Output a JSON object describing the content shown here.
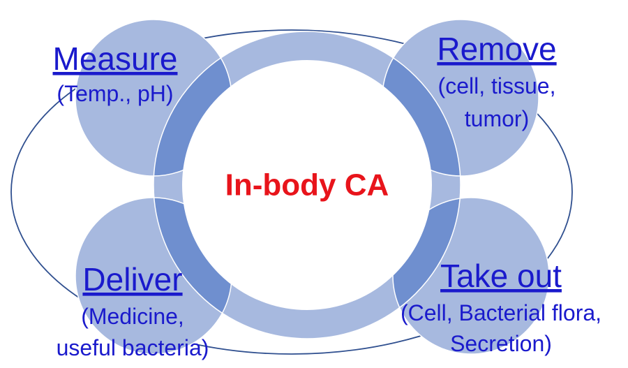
{
  "center": {
    "label": "In-body CA"
  },
  "quadrants": [
    {
      "id": "measure",
      "title": "Measure",
      "detail_lines": [
        "(Temp., pH)"
      ]
    },
    {
      "id": "remove",
      "title": "Remove",
      "detail_lines": [
        "(cell, tissue,",
        "tumor)"
      ]
    },
    {
      "id": "deliver",
      "title": "Deliver",
      "detail_lines": [
        "(Medicine,",
        "useful bacteria)"
      ]
    },
    {
      "id": "take-out",
      "title": "Take out",
      "detail_lines": [
        "(Cell, Bacterial flora,",
        "Secretion)"
      ]
    }
  ],
  "colors": {
    "outer_circle_fill": "#a7b9df",
    "overlap_fill": "#6f8fcf",
    "ring_fill": "#a7b9df",
    "outline": "#2f4f8f",
    "center_fill": "#ffffff",
    "center_text": "#e8141b",
    "heading_text": "#1a1acc",
    "detail_text": "#1a1acc"
  }
}
